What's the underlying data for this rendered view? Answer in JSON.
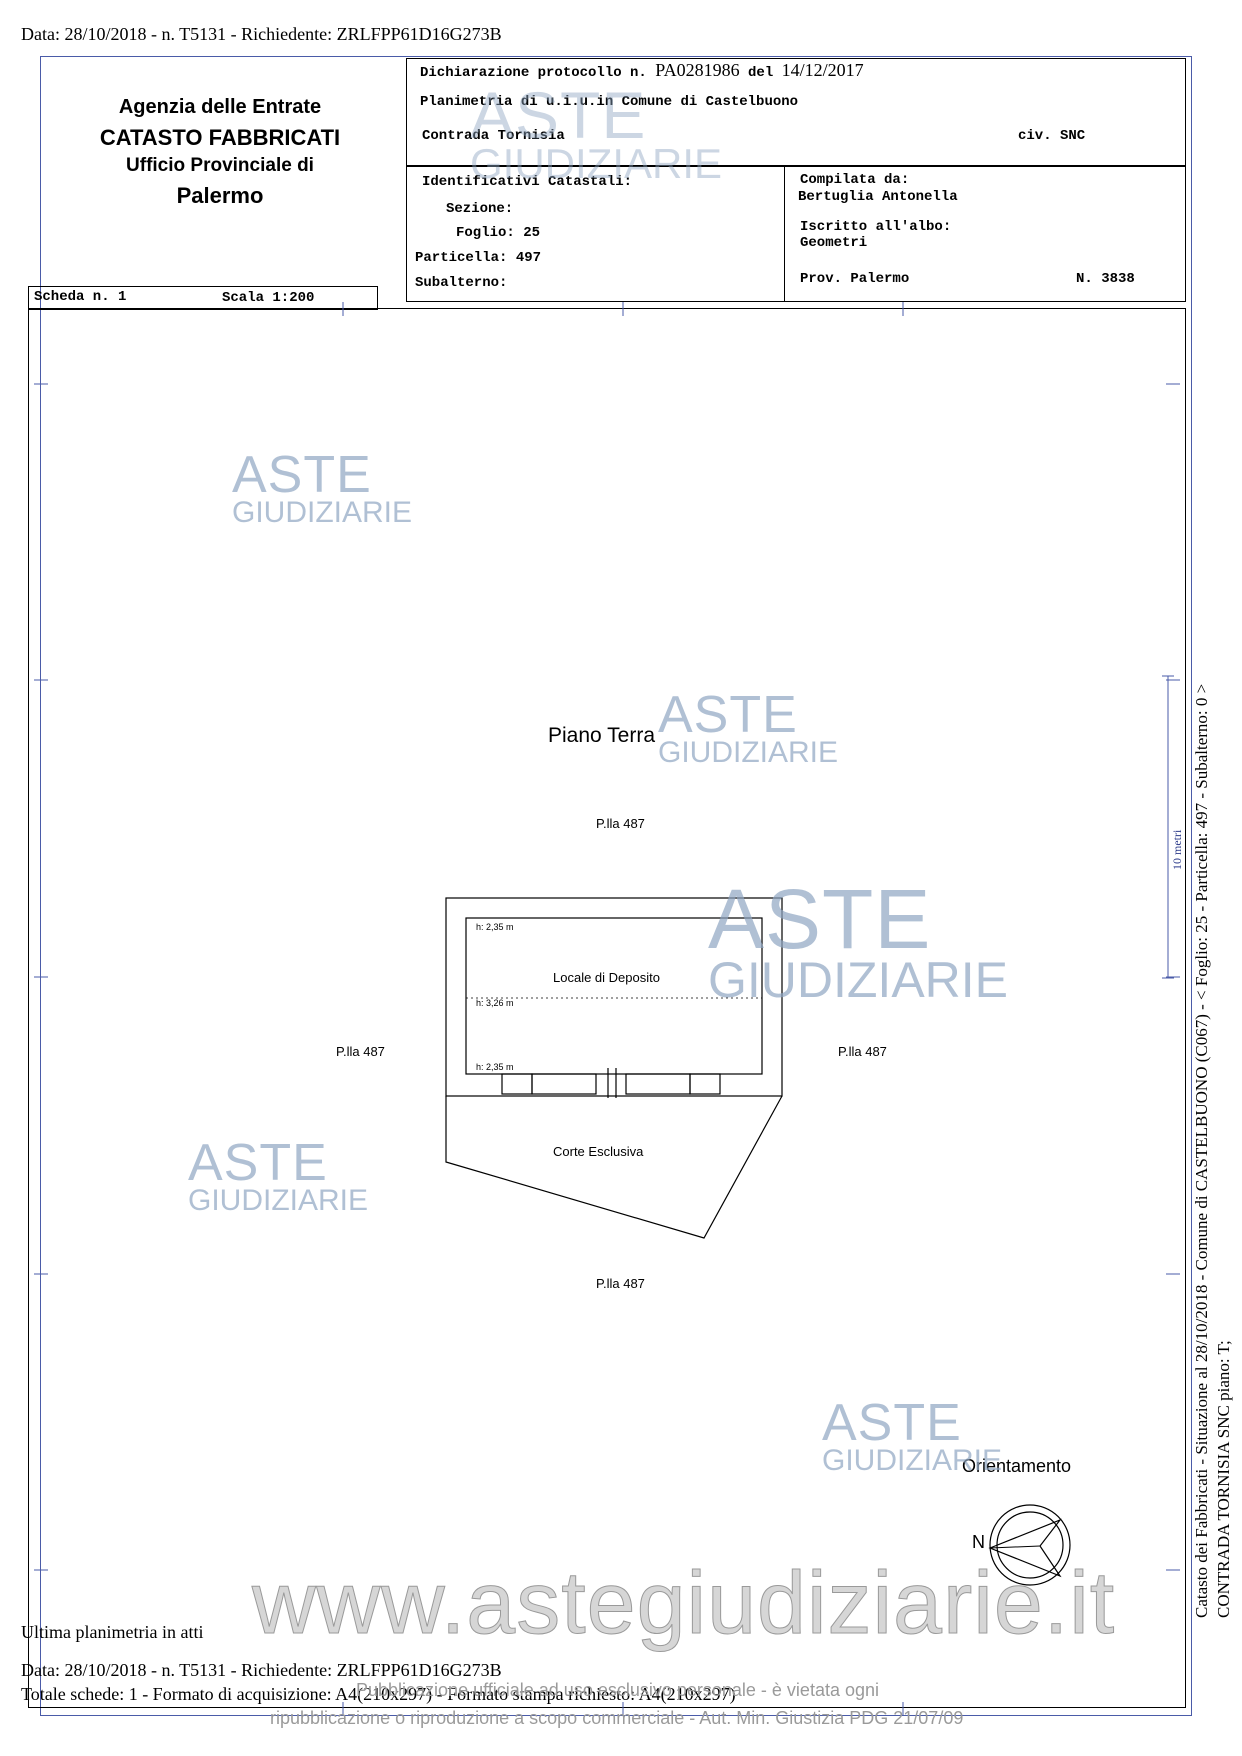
{
  "header_line": "Data: 28/10/2018 - n. T5131 - Richiedente: ZRLFPP61D16G273B",
  "agency": {
    "line1": "Agenzia delle Entrate",
    "line2": "CATASTO FABBRICATI",
    "line3": "Ufficio Provinciale di",
    "line4": "Palermo"
  },
  "protocol": {
    "label": "Dichiarazione protocollo n.",
    "number": "PA0281986",
    "del": "del",
    "date": "14/12/2017"
  },
  "planimetria": "Planimetria di u.i.u.in Comune di Castelbuono",
  "address": "Contrada Tornisia",
  "civ": "civ. SNC",
  "identificativi": {
    "title": "Identificativi Catastali:",
    "sezione_label": "Sezione:",
    "sezione_value": "",
    "foglio_label": "Foglio:",
    "foglio_value": "25",
    "particella_label": "Particella:",
    "particella_value": "497",
    "subalterno_label": "Subalterno:",
    "subalterno_value": ""
  },
  "compilata": {
    "label": "Compilata da:",
    "name": "Bertuglia Antonella",
    "iscritto_label": "Iscritto all'albo:",
    "albo": "Geometri",
    "prov": "Prov. Palermo",
    "numero": "N. 3838"
  },
  "scheda": {
    "scheda": "Scheda n. 1",
    "scala": "Scala 1:200"
  },
  "plan": {
    "title": "Piano Terra",
    "plla_top": "P.lla 487",
    "plla_left": "P.lla 487",
    "plla_right": "P.lla 487",
    "plla_bottom": "P.lla 487",
    "room_name": "Locale di Deposito",
    "h1": "h: 2,35 m",
    "h2": "h: 3,26 m",
    "h3": "h: 2,35 m",
    "courtyard": "Corte Esclusiva",
    "orientation": "Orientamento",
    "north": "N"
  },
  "side_text_1": "Catasto dei Fabbricati - Situazione al 28/10/2018 - Comune di CASTELBUONO (C067) - < Foglio: 25 - Particella: 497 - Subalterno: 0 >",
  "side_text_2": "CONTRADA TORNISIA SNC piano: T;",
  "side_mark": "10 metri",
  "watermark": {
    "aste": "ASTE",
    "giudiziarie": "GIUDIZIARIE"
  },
  "site_watermark": "www.astegiudiziarie.it",
  "footer": {
    "ultima": "Ultima planimetria in atti",
    "data_line": "Data: 28/10/2018 - n. T5131 - Richiedente: ZRLFPP61D16G273B",
    "totale": "Totale schede: 1 - Formato di acquisizione: A4(210x297) - Formato stampa richiesto: A4(210x297)",
    "wm1": "Pubblicazione ufficiale ad uso esclusivo personale - è vietata ogni",
    "wm2": "ripubblicazione o riproduzione a scopo commerciale - Aut. Min. Giustizia PDG 21/07/09"
  }
}
